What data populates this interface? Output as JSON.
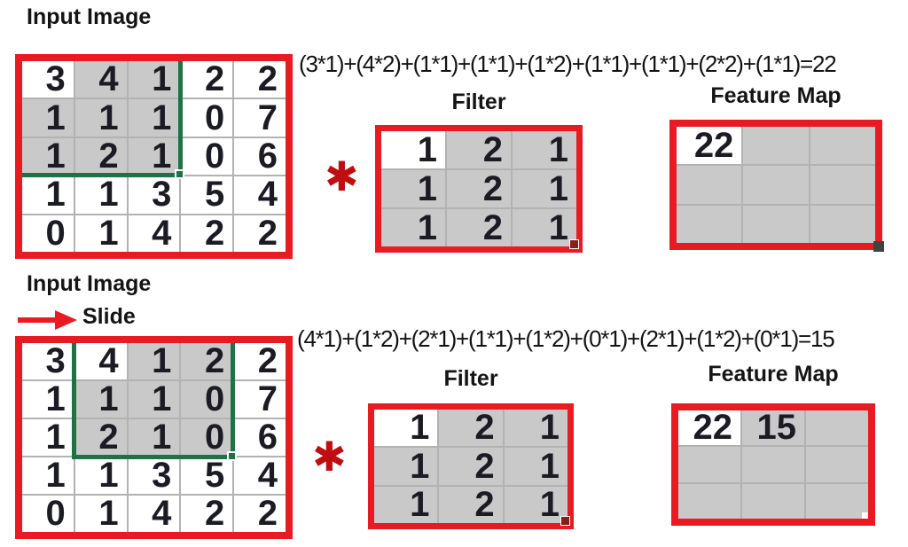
{
  "colors": {
    "red": "#e81b22",
    "darkred": "#c00d12",
    "green": "#1f7246",
    "gray": "#c9c9c9",
    "line": "#b2b2b2",
    "ink": "#1b1b24"
  },
  "section1": {
    "input_label": "Input Image",
    "formula": "(3*1)+(4*2)+(1*1)+(1*1)+(1*2)+(1*1)+(1*1)+(2*2)+(1*1)=22",
    "asterisk": "✱",
    "filter_label": "Filter",
    "feature_label": "Feature Map",
    "input_grid": {
      "values": [
        [
          "3",
          "4",
          "1",
          "2",
          "2"
        ],
        [
          "1",
          "1",
          "1",
          "0",
          "7"
        ],
        [
          "1",
          "2",
          "1",
          "0",
          "6"
        ],
        [
          "1",
          "1",
          "3",
          "5",
          "4"
        ],
        [
          "0",
          "1",
          "4",
          "2",
          "2"
        ]
      ],
      "shades": [
        [
          "w",
          "g",
          "g",
          "w",
          "w"
        ],
        [
          "g",
          "g",
          "g",
          "w",
          "w"
        ],
        [
          "g",
          "g",
          "g",
          "w",
          "w"
        ],
        [
          "w",
          "w",
          "w",
          "w",
          "w"
        ],
        [
          "w",
          "w",
          "w",
          "w",
          "w"
        ]
      ]
    },
    "filter_grid": {
      "values": [
        [
          "1",
          "2",
          "1"
        ],
        [
          "1",
          "2",
          "1"
        ],
        [
          "1",
          "2",
          "1"
        ]
      ],
      "shades": [
        [
          "w",
          "g",
          "g"
        ],
        [
          "g",
          "g",
          "g"
        ],
        [
          "g",
          "g",
          "g"
        ]
      ]
    },
    "feature_grid": {
      "values": [
        [
          "22",
          "",
          ""
        ],
        [
          "",
          "",
          ""
        ],
        [
          "",
          "",
          ""
        ]
      ],
      "shades": [
        [
          "w",
          "g",
          "g"
        ],
        [
          "g",
          "g",
          "g"
        ],
        [
          "g",
          "g",
          "g"
        ]
      ]
    }
  },
  "section2": {
    "input_label": "Input Image",
    "slide_label": "Slide",
    "formula": "(4*1)+(1*2)+(2*1)+(1*1)+(1*2)+(0*1)+(2*1)+(1*2)+(0*1)=15",
    "asterisk": "✱",
    "filter_label": "Filter",
    "feature_label": "Feature Map",
    "input_grid": {
      "values": [
        [
          "3",
          "4",
          "1",
          "2",
          "2"
        ],
        [
          "1",
          "1",
          "1",
          "0",
          "7"
        ],
        [
          "1",
          "2",
          "1",
          "0",
          "6"
        ],
        [
          "1",
          "1",
          "3",
          "5",
          "4"
        ],
        [
          "0",
          "1",
          "4",
          "2",
          "2"
        ]
      ],
      "shades": [
        [
          "w",
          "w",
          "g",
          "g",
          "w"
        ],
        [
          "w",
          "g",
          "g",
          "g",
          "w"
        ],
        [
          "w",
          "g",
          "g",
          "g",
          "w"
        ],
        [
          "w",
          "w",
          "w",
          "w",
          "w"
        ],
        [
          "w",
          "w",
          "w",
          "w",
          "w"
        ]
      ]
    },
    "filter_grid": {
      "values": [
        [
          "1",
          "2",
          "1"
        ],
        [
          "1",
          "2",
          "1"
        ],
        [
          "1",
          "2",
          "1"
        ]
      ],
      "shades": [
        [
          "w",
          "g",
          "g"
        ],
        [
          "g",
          "g",
          "g"
        ],
        [
          "g",
          "g",
          "g"
        ]
      ]
    },
    "feature_grid": {
      "values": [
        [
          "22",
          "15",
          ""
        ],
        [
          "",
          "",
          ""
        ],
        [
          "",
          "",
          ""
        ]
      ],
      "shades": [
        [
          "w",
          "g",
          "g"
        ],
        [
          "g",
          "g",
          "g"
        ],
        [
          "g",
          "g",
          "g"
        ]
      ]
    }
  }
}
